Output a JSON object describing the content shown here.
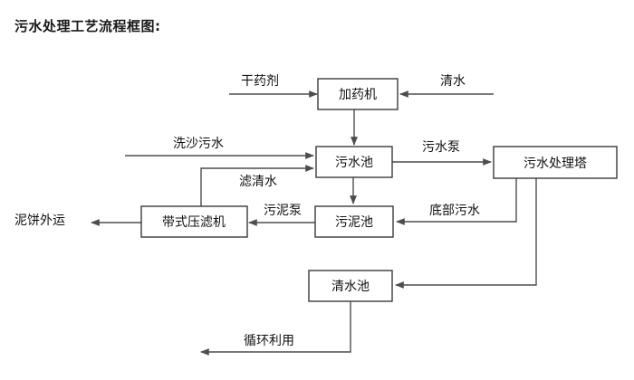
{
  "title": "污水处理工艺流程框图:",
  "colors": {
    "background": "#ffffff",
    "box_stroke": "#3a3a3a",
    "connector": "#4d4d4d",
    "text": "#111111",
    "title_text": "#1a1a1a"
  },
  "diagram": {
    "type": "flowchart",
    "orientation": "left-to-right, top-to-bottom",
    "nodes": [
      {
        "id": "dosing_machine",
        "label": "加药机"
      },
      {
        "id": "sewage_pool",
        "label": "污水池"
      },
      {
        "id": "treatment_tower",
        "label": "污水处理塔"
      },
      {
        "id": "belt_filter_press",
        "label": "带式压滤机"
      },
      {
        "id": "sludge_pool",
        "label": "污泥池"
      },
      {
        "id": "clean_water_pool",
        "label": "清水池"
      }
    ],
    "terminals": [
      {
        "id": "dry_reagent",
        "label": "干药剂"
      },
      {
        "id": "clean_water_in",
        "label": "清水"
      },
      {
        "id": "sand_wash_sewage",
        "label": "洗沙污水"
      },
      {
        "id": "mud_cake_out",
        "label": "泥饼外运"
      },
      {
        "id": "recycle_use",
        "label": "循环利用"
      }
    ],
    "edges": [
      {
        "id": "e1",
        "from": "dry_reagent",
        "to": "dosing_machine",
        "label": "干药剂"
      },
      {
        "id": "e2",
        "from": "clean_water_in",
        "to": "dosing_machine",
        "label": "清水"
      },
      {
        "id": "e3",
        "from": "dosing_machine",
        "to": "sewage_pool",
        "label": ""
      },
      {
        "id": "e4",
        "from": "sand_wash_sewage",
        "to": "sewage_pool",
        "label": "洗沙污水"
      },
      {
        "id": "e5",
        "from": "belt_filter_press",
        "to": "sewage_pool",
        "label": "滤清水"
      },
      {
        "id": "e6",
        "from": "sewage_pool",
        "to": "treatment_tower",
        "label": "污水泵"
      },
      {
        "id": "e7",
        "from": "sewage_pool",
        "to": "sludge_pool",
        "label": ""
      },
      {
        "id": "e8",
        "from": "sludge_pool",
        "to": "belt_filter_press",
        "label": "污泥泵"
      },
      {
        "id": "e9",
        "from": "treatment_tower",
        "to": "sludge_pool",
        "label": "底部污水"
      },
      {
        "id": "e10",
        "from": "belt_filter_press",
        "to": "mud_cake_out",
        "label": "泥饼外运"
      },
      {
        "id": "e11",
        "from": "treatment_tower",
        "to": "clean_water_pool",
        "label": ""
      },
      {
        "id": "e12",
        "from": "clean_water_pool",
        "to": "recycle_use",
        "label": "循环利用"
      }
    ]
  }
}
